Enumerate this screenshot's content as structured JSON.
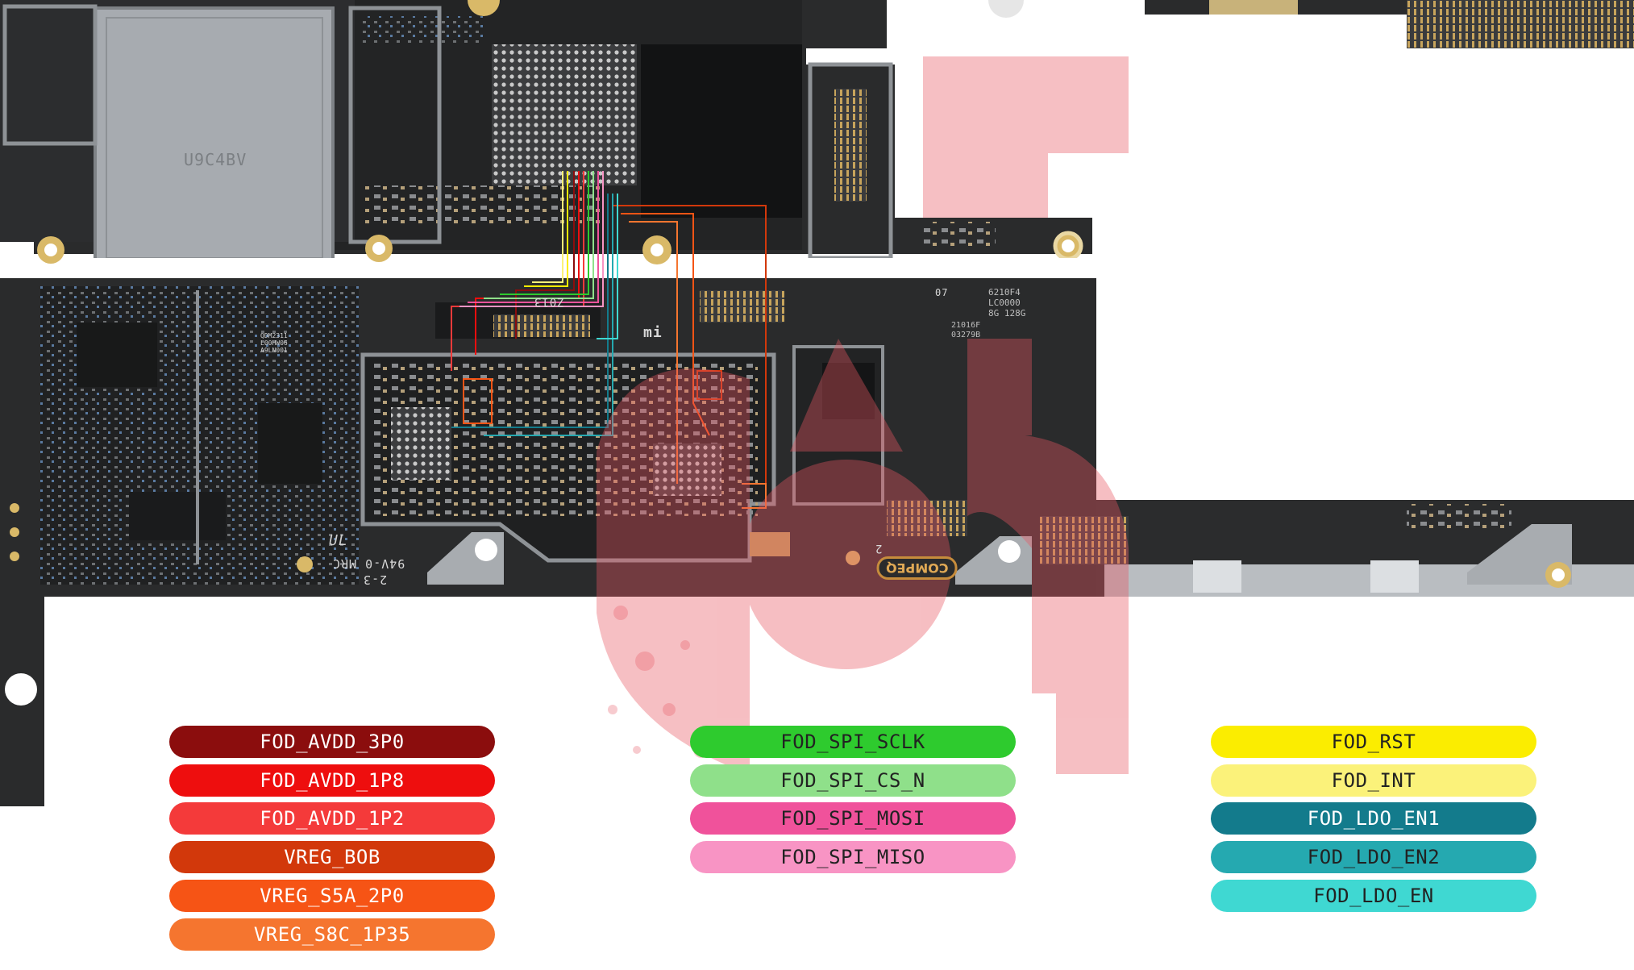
{
  "board": {
    "silkscreen": {
      "sim_tray": "U9C4BV",
      "connector": "Z013",
      "brand": "mi",
      "chip_marking": [
        "6210F4",
        "LC0000",
        "8G 128G"
      ],
      "chip_code": [
        "21016F",
        "03279B"
      ],
      "small_chip": [
        "QDM2311",
        "L00HW06",
        "A9LN001"
      ],
      "rev": "94V-0 MRC",
      "rev_sub": "2-3",
      "compeq": "COMPEQ",
      "compeq_num": "2",
      "ul": "UL",
      "zone": "07"
    },
    "colors": {
      "pcb": "#2a2b2c",
      "pcb_dark": "#141516",
      "shield": "#9a9ea2",
      "copper": "#e7c57a",
      "watermark": "#e85662"
    }
  },
  "legend": {
    "columns": [
      {
        "items": [
          {
            "label": "FOD_AVDD_3P0",
            "color": "#8b0d0d",
            "text_color": "#ffffff"
          },
          {
            "label": "FOD_AVDD_1P8",
            "color": "#ee0e0e",
            "text_color": "#ffffff"
          },
          {
            "label": "FOD_AVDD_1P2",
            "color": "#f43a3a",
            "text_color": "#ffffff"
          },
          {
            "label": "VREG_BOB",
            "color": "#d2380b",
            "text_color": "#ffffff"
          },
          {
            "label": "VREG_S5A_2P0",
            "color": "#f65415",
            "text_color": "#ffffff"
          },
          {
            "label": "VREG_S8C_1P35",
            "color": "#f5752f",
            "text_color": "#ffffff"
          }
        ]
      },
      {
        "items": [
          {
            "label": "FOD_SPI_SCLK",
            "color": "#2ecb2e",
            "text_color": "#222222"
          },
          {
            "label": "FOD_SPI_CS_N",
            "color": "#8fe08a",
            "text_color": "#222222"
          },
          {
            "label": "FOD_SPI_MOSI",
            "color": "#f0529b",
            "text_color": "#222222"
          },
          {
            "label": "FOD_SPI_MISO",
            "color": "#f894c4",
            "text_color": "#222222"
          }
        ]
      },
      {
        "items": [
          {
            "label": "FOD_RST",
            "color": "#fbed00",
            "text_color": "#222222"
          },
          {
            "label": "FOD_INT",
            "color": "#fbf27a",
            "text_color": "#222222"
          },
          {
            "label": "FOD_LDO_EN1",
            "color": "#137b8c",
            "text_color": "#ffffff"
          },
          {
            "label": "FOD_LDO_EN2",
            "color": "#25a9b0",
            "text_color": "#222222"
          },
          {
            "label": "FOD_LDO_EN",
            "color": "#3fd8d2",
            "text_color": "#222222"
          }
        ]
      }
    ]
  }
}
